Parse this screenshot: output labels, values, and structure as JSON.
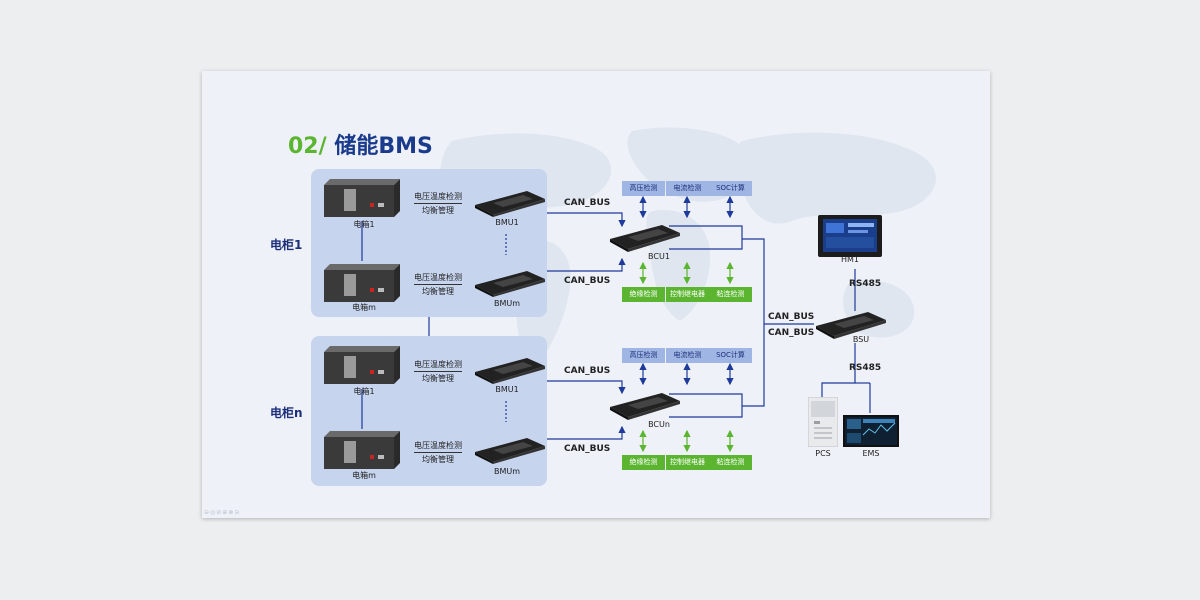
{
  "slide": {
    "title_number": "02/",
    "title_text": "储能BMS",
    "footer_icons": "⊖◎⊘⊕⊗⊝"
  },
  "cabinets": [
    {
      "label": "电柜1",
      "boxes": [
        {
          "box_label": "电箱1",
          "func_line1": "电压温度检测",
          "func_line2": "均衡管理",
          "bmu_label": "BMU1"
        },
        {
          "box_label": "电箱m",
          "func_line1": "电压温度检测",
          "func_line2": "均衡管理",
          "bmu_label": "BMUm"
        }
      ],
      "bcu_label": "BCU1",
      "bus_top": "CAN_BUS",
      "bus_bottom": "CAN_BUS",
      "top_tags": [
        "高压检测",
        "电流检测",
        "SOC计算"
      ],
      "bottom_tags": [
        "绝缘检测",
        "控制继电器",
        "粘连检测"
      ]
    },
    {
      "label": "电柜n",
      "boxes": [
        {
          "box_label": "电箱1",
          "func_line1": "电压温度检测",
          "func_line2": "均衡管理",
          "bmu_label": "BMU1"
        },
        {
          "box_label": "电箱m",
          "func_line1": "电压温度检测",
          "func_line2": "均衡管理",
          "bmu_label": "BMUm"
        }
      ],
      "bcu_label": "BCUn",
      "bus_top": "CAN_BUS",
      "bus_bottom": "CAN_BUS",
      "top_tags": [
        "高压检测",
        "电流检测",
        "SOC计算"
      ],
      "bottom_tags": [
        "绝缘检测",
        "控制继电器",
        "粘连检测"
      ]
    }
  ],
  "system": {
    "can_bus_1": "CAN_BUS",
    "can_bus_2": "CAN_BUS",
    "bsu_label": "BSU",
    "hm_label": "HM1",
    "rs485_top": "RS485",
    "rs485_bottom": "RS485",
    "pcs_label": "PCS",
    "ems_label": "EMS"
  },
  "colors": {
    "title_blue": "#1a3a8c",
    "title_green": "#5cb531",
    "panel_blue": "#c6d4ee",
    "line_blue": "#1e3a9a",
    "arrow_green": "#5cb531",
    "tag_blue": "#9fb5e3",
    "tag_green": "#5cb531"
  }
}
